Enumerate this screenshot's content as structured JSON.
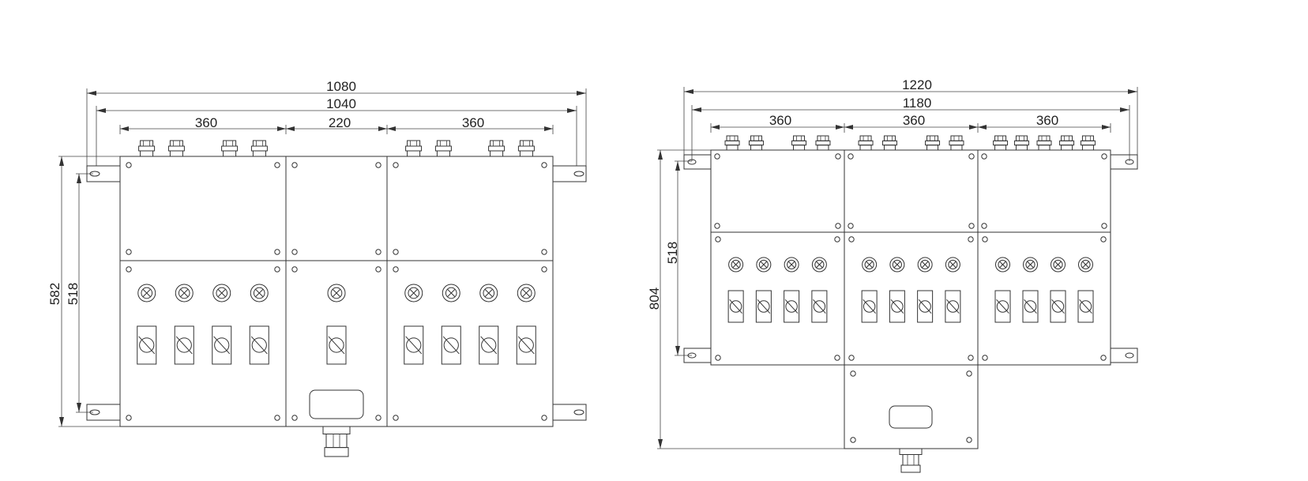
{
  "drawings": [
    {
      "id": "left-cabinet",
      "dimensions": {
        "overall_width": "1080",
        "mount_width": "1040",
        "section_widths": [
          "360",
          "220",
          "360"
        ],
        "overall_height": "582",
        "mount_height": "518"
      },
      "sections": [
        {
          "indicators": 4,
          "switches": 4,
          "top_glands": 4
        },
        {
          "indicators": 1,
          "switches": 1,
          "top_glands": 0,
          "window": true,
          "bottom_gland": true
        },
        {
          "indicators": 4,
          "switches": 4,
          "top_glands": 4
        }
      ]
    },
    {
      "id": "right-cabinet",
      "dimensions": {
        "overall_width": "1220",
        "mount_width": "1180",
        "section_widths": [
          "360",
          "360",
          "360"
        ],
        "overall_height": "804",
        "mount_height": "518"
      },
      "sections": [
        {
          "indicators": 4,
          "switches": 4,
          "top_glands": 4
        },
        {
          "indicators": 4,
          "switches": 4,
          "top_glands": 4
        },
        {
          "indicators": 4,
          "switches": 4,
          "top_glands": 5
        }
      ],
      "lower_box": {
        "window": true,
        "bottom_gland": true
      }
    }
  ],
  "colors": {
    "line": "#333333",
    "background": "#ffffff"
  }
}
